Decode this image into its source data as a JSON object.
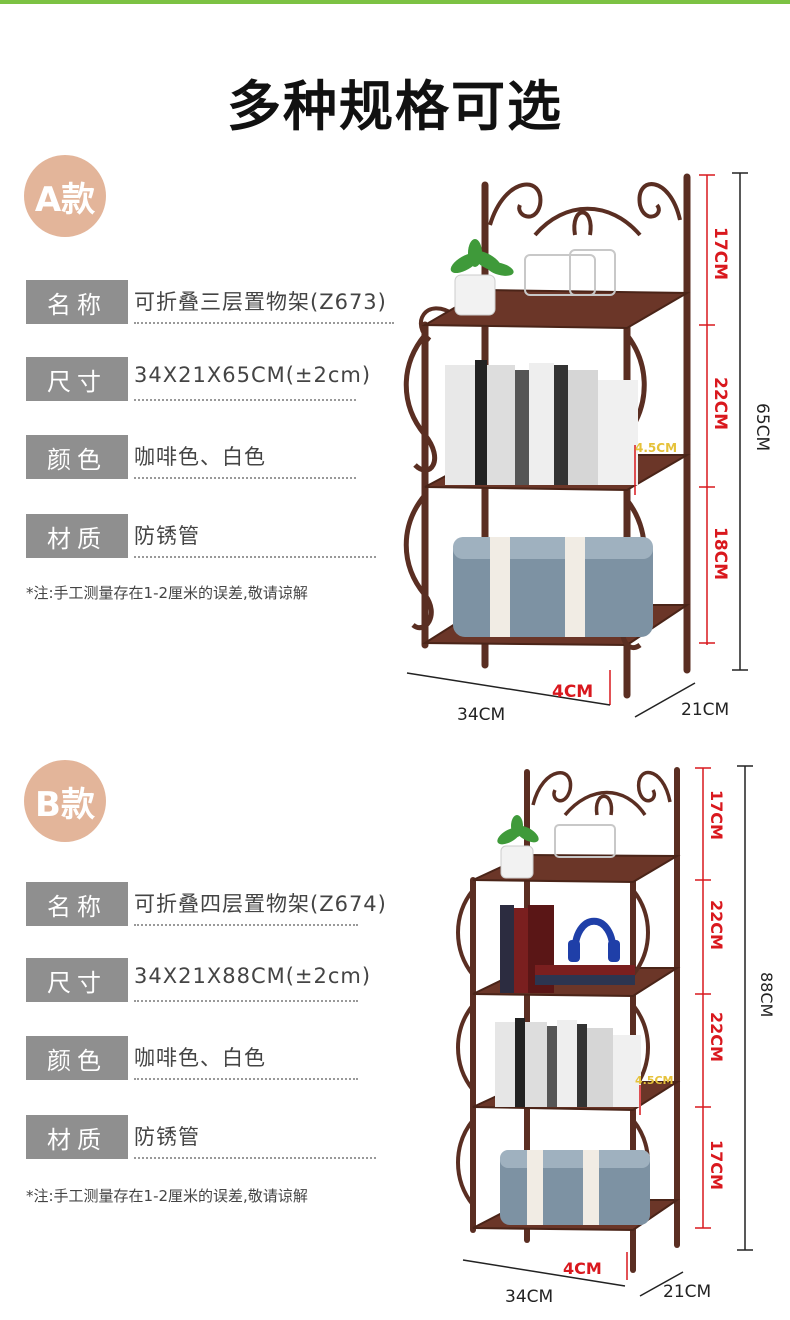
{
  "title": "多种规格可选",
  "variants": [
    {
      "badge": "A款",
      "specs": [
        {
          "label": "名称",
          "value": "可折叠三层置物架(Z673)"
        },
        {
          "label": "尺寸",
          "value": "34X21X65CM(±2cm)"
        },
        {
          "label": "颜色",
          "value": "咖啡色、白色"
        },
        {
          "label": "材质",
          "value": "防锈管"
        }
      ],
      "note": "*注:手工测量存在1-2厘米的误差,敬请谅解",
      "dims": {
        "gaps": [
          "17CM",
          "22CM",
          "18CM"
        ],
        "height": "65CM",
        "width": "34CM",
        "depth": "21CM",
        "leg": "4CM",
        "lip": "4.5CM"
      }
    },
    {
      "badge": "B款",
      "specs": [
        {
          "label": "名称",
          "value": "可折叠四层置物架(Z674)"
        },
        {
          "label": "尺寸",
          "value": "34X21X88CM(±2cm)"
        },
        {
          "label": "颜色",
          "value": "咖啡色、白色"
        },
        {
          "label": "材质",
          "value": "防锈管"
        }
      ],
      "note": "*注:手工测量存在1-2厘米的误差,敬请谅解",
      "dims": {
        "gaps": [
          "17CM",
          "22CM",
          "22CM",
          "17CM"
        ],
        "height": "88CM",
        "width": "34CM",
        "depth": "21CM",
        "leg": "4CM",
        "lip": "4.5CM"
      }
    }
  ],
  "colors": {
    "accent_green": "#7cc243",
    "badge": "#e3b59a",
    "label_bg": "#8f8f8f",
    "frame": "#5a2e22",
    "dimension": "#d9181e"
  }
}
